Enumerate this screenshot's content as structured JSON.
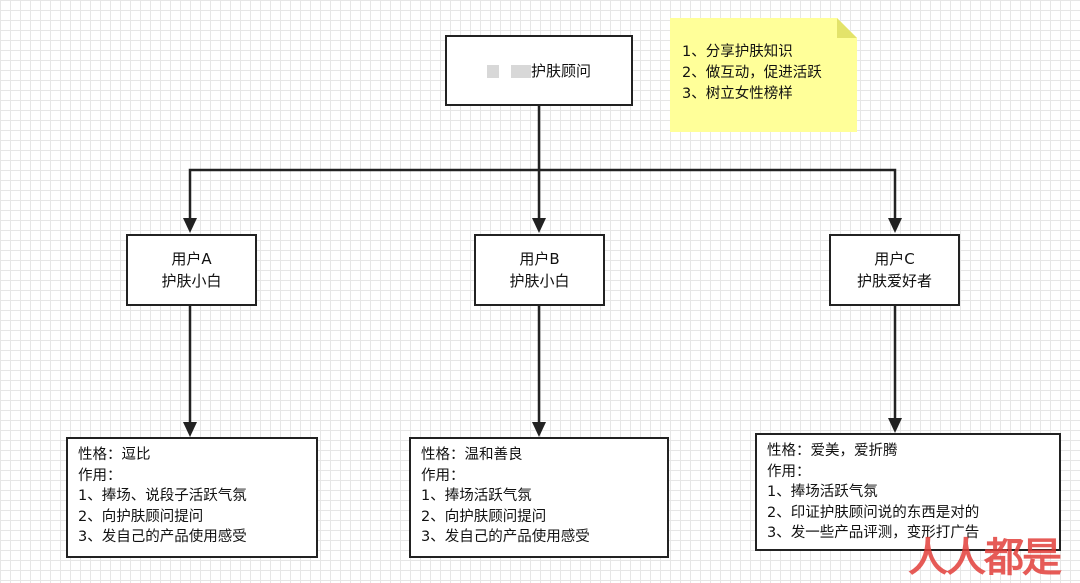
{
  "root": {
    "label": "护肤顾问"
  },
  "note": {
    "lines": [
      "1、分享护肤知识",
      "2、做互动，促进活跃",
      "3、树立女性榜样"
    ]
  },
  "users": [
    {
      "line1": "用户A",
      "line2": "护肤小白"
    },
    {
      "line1": "用户B",
      "line2": "护肤小白"
    },
    {
      "line1": "用户C",
      "line2": "护肤爱好者"
    }
  ],
  "details": [
    {
      "lines": [
        "性格：逗比",
        "作用：",
        "1、捧场、说段子活跃气氛",
        "2、向护肤顾问提问",
        "3、发自己的产品使用感受"
      ]
    },
    {
      "lines": [
        "性格：温和善良",
        "作用：",
        "1、捧场活跃气氛",
        "2、向护肤顾问提问",
        "3、发自己的产品使用感受"
      ]
    },
    {
      "lines": [
        "性格：爱美，爱折腾",
        "作用：",
        "1、捧场活跃气氛",
        "2、印证护肤顾问说的东西是对的",
        "3、发一些产品评测，变形打广告"
      ]
    }
  ],
  "watermark": "人人都是"
}
